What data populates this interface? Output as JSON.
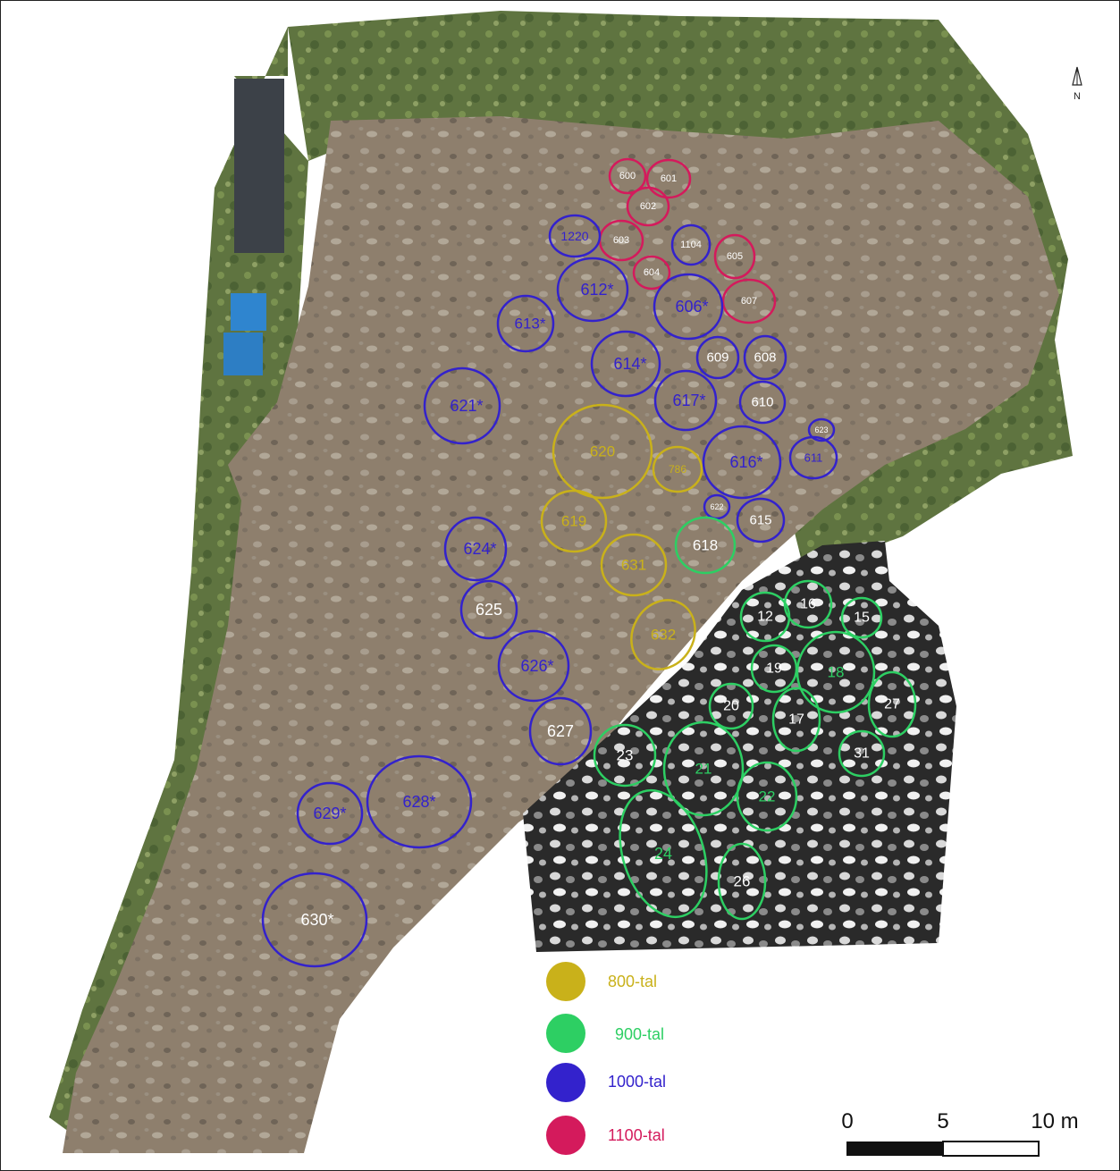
{
  "colors": {
    "c800": "#c9b11a",
    "c900": "#2dcf63",
    "c1000": "#3322cc",
    "c1100": "#d41a5c",
    "label_light": "#ffffff"
  },
  "north": {
    "label": "N"
  },
  "legend": [
    {
      "period": "800",
      "label": "800-tal"
    },
    {
      "period": "900",
      "label": "900-tal"
    },
    {
      "period": "1000",
      "label": "1000-tal"
    },
    {
      "period": "1100",
      "label": "1100-tal"
    }
  ],
  "scale": {
    "ticks": [
      "0",
      "5",
      "10 m"
    ]
  },
  "features": [
    {
      "id": "600",
      "period": "1100"
    },
    {
      "id": "601",
      "period": "1100"
    },
    {
      "id": "602",
      "period": "1100"
    },
    {
      "id": "603",
      "period": "1100"
    },
    {
      "id": "604",
      "period": "1100"
    },
    {
      "id": "605",
      "period": "1100"
    },
    {
      "id": "607",
      "period": "1100"
    },
    {
      "id": "1220",
      "period": "1000"
    },
    {
      "id": "1104",
      "period": "1000"
    },
    {
      "id": "612*",
      "period": "1000"
    },
    {
      "id": "606*",
      "period": "1000"
    },
    {
      "id": "613*",
      "period": "1000"
    },
    {
      "id": "614*",
      "period": "1000"
    },
    {
      "id": "609",
      "period": "1000"
    },
    {
      "id": "608",
      "period": "1000"
    },
    {
      "id": "621*",
      "period": "1000"
    },
    {
      "id": "617*",
      "period": "1000"
    },
    {
      "id": "610",
      "period": "1000"
    },
    {
      "id": "623",
      "period": "1000"
    },
    {
      "id": "611",
      "period": "1000"
    },
    {
      "id": "616*",
      "period": "1000"
    },
    {
      "id": "622",
      "period": "1000"
    },
    {
      "id": "615",
      "period": "1000"
    },
    {
      "id": "624*",
      "period": "1000"
    },
    {
      "id": "625",
      "period": "1000"
    },
    {
      "id": "626*",
      "period": "1000"
    },
    {
      "id": "627",
      "period": "1000"
    },
    {
      "id": "628*",
      "period": "1000"
    },
    {
      "id": "629*",
      "period": "1000"
    },
    {
      "id": "630*",
      "period": "1000"
    },
    {
      "id": "620",
      "period": "800"
    },
    {
      "id": "786",
      "period": "800"
    },
    {
      "id": "619",
      "period": "800"
    },
    {
      "id": "631",
      "period": "800"
    },
    {
      "id": "632",
      "period": "800"
    },
    {
      "id": "618",
      "period": "900"
    },
    {
      "id": "12",
      "period": "900"
    },
    {
      "id": "16",
      "period": "900"
    },
    {
      "id": "15",
      "period": "900"
    },
    {
      "id": "19",
      "period": "900"
    },
    {
      "id": "18",
      "period": "900"
    },
    {
      "id": "20",
      "period": "900"
    },
    {
      "id": "27",
      "period": "900"
    },
    {
      "id": "23",
      "period": "900"
    },
    {
      "id": "21",
      "period": "900"
    },
    {
      "id": "22",
      "period": "900"
    },
    {
      "id": "31",
      "period": "900"
    },
    {
      "id": "24",
      "period": "900"
    },
    {
      "id": "26",
      "period": "900"
    },
    {
      "id": "17",
      "period": "900"
    }
  ]
}
